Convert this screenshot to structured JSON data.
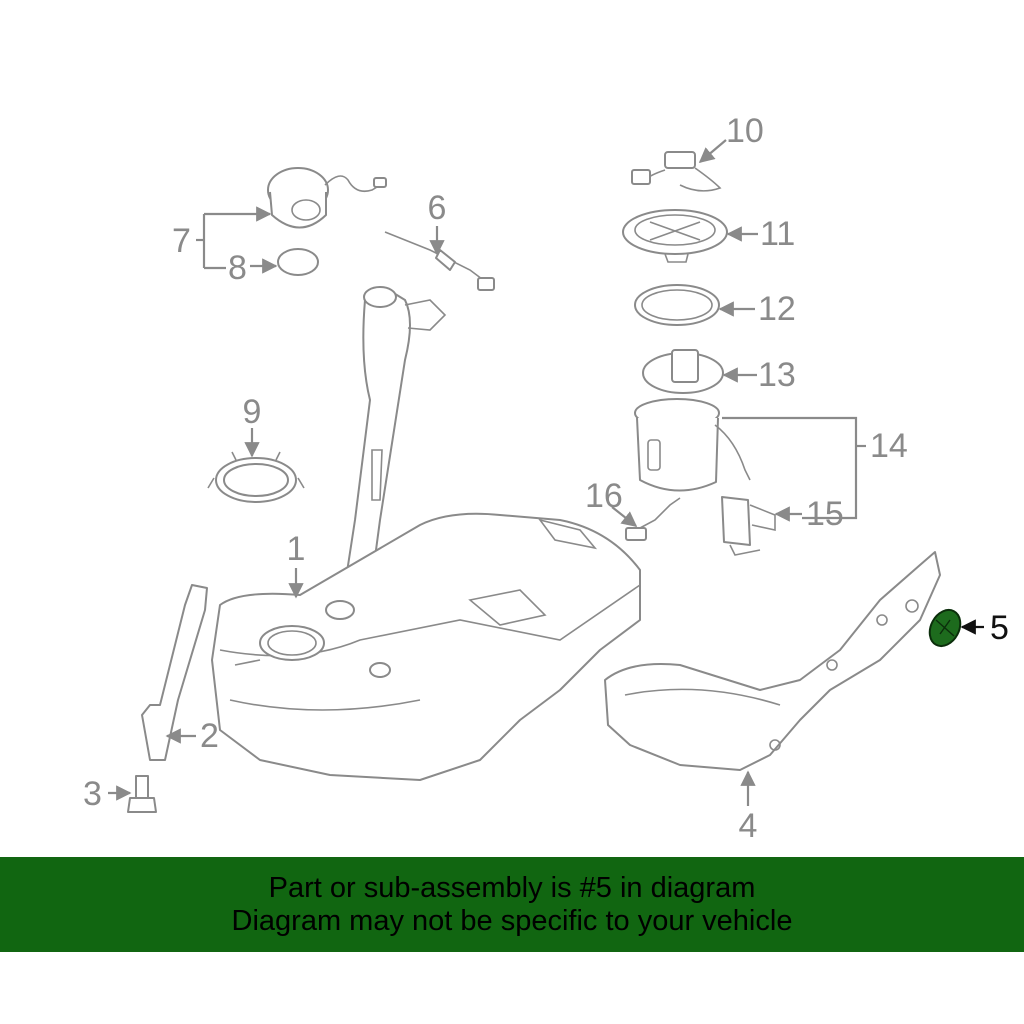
{
  "diagram": {
    "callouts": [
      {
        "id": "1",
        "label": "1"
      },
      {
        "id": "2",
        "label": "2"
      },
      {
        "id": "3",
        "label": "3"
      },
      {
        "id": "4",
        "label": "4"
      },
      {
        "id": "5",
        "label": "5",
        "highlighted": true
      },
      {
        "id": "6",
        "label": "6"
      },
      {
        "id": "7",
        "label": "7"
      },
      {
        "id": "8",
        "label": "8"
      },
      {
        "id": "9",
        "label": "9"
      },
      {
        "id": "10",
        "label": "10"
      },
      {
        "id": "11",
        "label": "11"
      },
      {
        "id": "12",
        "label": "12"
      },
      {
        "id": "13",
        "label": "13"
      },
      {
        "id": "14",
        "label": "14"
      },
      {
        "id": "15",
        "label": "15"
      },
      {
        "id": "16",
        "label": "16"
      }
    ],
    "colors": {
      "line": "#8a8a8a",
      "highlight_part": "#1d6b1d",
      "highlight_label": "#111111"
    }
  },
  "banner": {
    "line1": "Part or sub-assembly is #5 in diagram",
    "line2": "Diagram may not be specific to your vehicle",
    "background": "#116611"
  }
}
